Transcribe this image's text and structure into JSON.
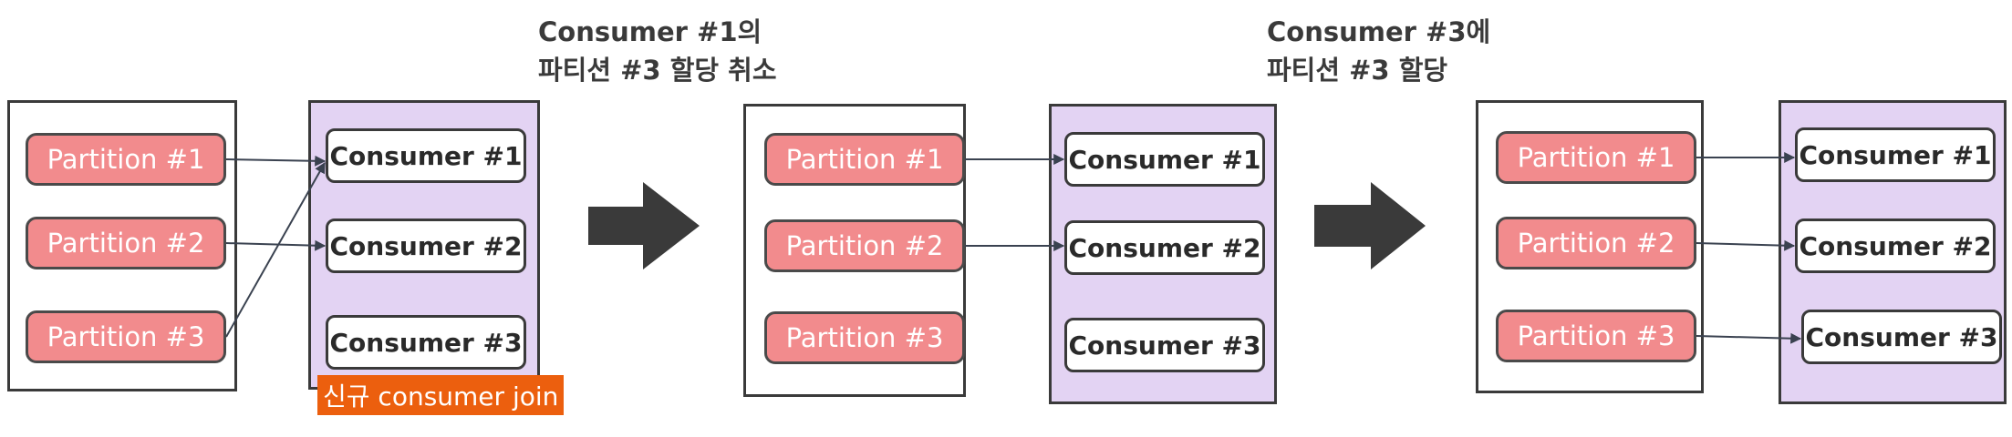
{
  "stages": [
    {
      "partitions": [
        "Partition #1",
        "Partition #2",
        "Partition #3"
      ],
      "consumers": [
        "Consumer #1",
        "Consumer #2",
        "Consumer #3"
      ],
      "join_label": "신규 consumer join"
    },
    {
      "partitions": [
        "Partition #1",
        "Partition #2",
        "Partition #3"
      ],
      "consumers": [
        "Consumer #1",
        "Consumer #2",
        "Consumer #3"
      ]
    },
    {
      "partitions": [
        "Partition #1",
        "Partition #2",
        "Partition #3"
      ],
      "consumers": [
        "Consumer #1",
        "Consumer #2",
        "Consumer #3"
      ]
    }
  ],
  "transitions": [
    {
      "line1": "Consumer #1의",
      "line2": "파티션 #3 할당 취소"
    },
    {
      "line1": "Consumer #3에",
      "line2": "파티션 #3 할당"
    }
  ],
  "colors": {
    "partition_fill": "#f28b8d",
    "consumer_group_fill": "#e3d3f3",
    "join_badge": "#ec5f0e",
    "arrow": "#3a3a3a"
  }
}
